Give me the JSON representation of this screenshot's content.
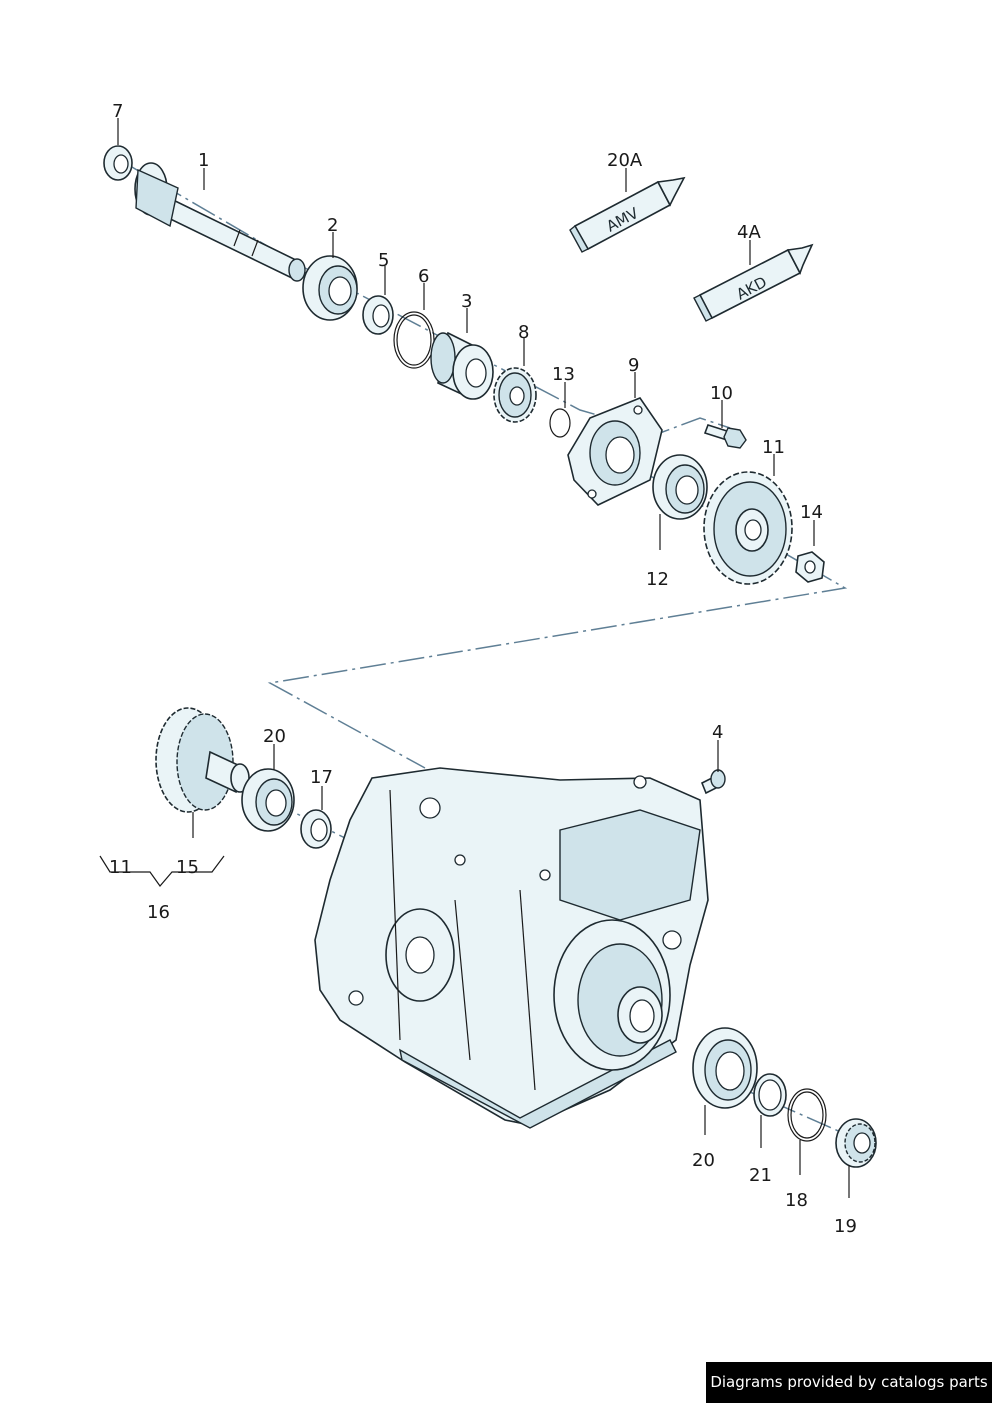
{
  "callouts": {
    "c7": "7",
    "c1": "1",
    "c2": "2",
    "c5": "5",
    "c6": "6",
    "c3": "3",
    "c8": "8",
    "c13": "13",
    "c9": "9",
    "c10": "10",
    "c11": "11",
    "c14": "14",
    "c12": "12",
    "c20a": "20A",
    "c4a": "4A",
    "c20": "20",
    "c17": "17",
    "c4": "4",
    "c11b": "11",
    "c15": "15",
    "c16": "16",
    "c20b": "20",
    "c21": "21",
    "c18": "18",
    "c19": "19"
  },
  "tubes": {
    "amv": "AMV",
    "akd": "AKD"
  },
  "credit": "Diagrams provided by catalogs parts",
  "colors": {
    "part_fill": "#eaf4f7",
    "shade": "#cfe3ea",
    "line": "#1e2a30",
    "phantom": "#5f7f95"
  }
}
